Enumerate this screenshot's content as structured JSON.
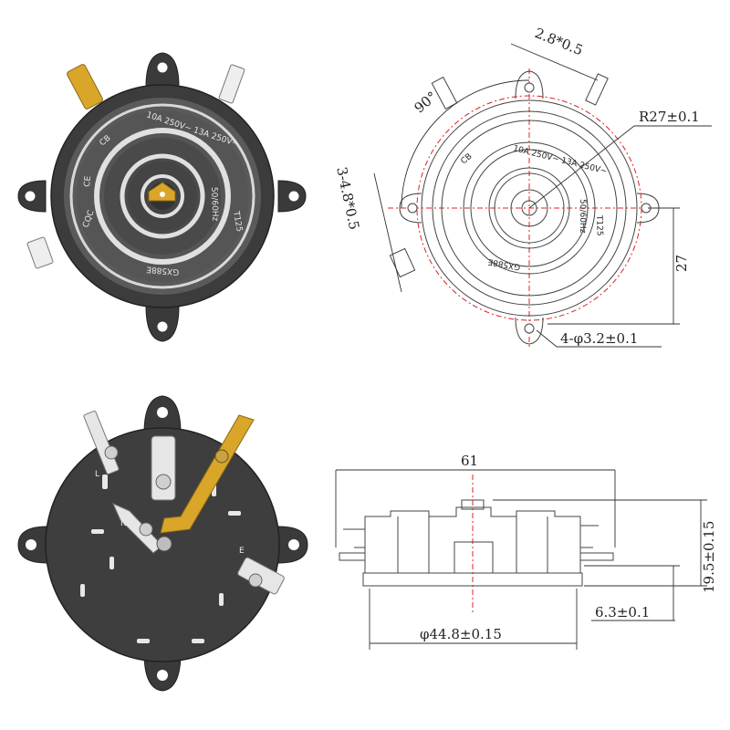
{
  "colors": {
    "housing": "#4a4a4a",
    "housing_dark": "#2e2e2e",
    "terminal_brass": "#d9a62a",
    "terminal_silver": "#e6e6e6",
    "centerline": "#e02020",
    "dimension": "#333333"
  },
  "top_view": {
    "marking_rating": "10A 250V~ 13A 250V~",
    "marking_model": "GX588E",
    "marking_cert": "CB",
    "marking_freq": "50/60Hz",
    "marking_t": "T125",
    "marking_ce": "CE",
    "marking_cqc": "CQC"
  },
  "drawing": {
    "dim_angle": "90°",
    "dim_terminal_top": "2.8*0.5",
    "dim_terminal_side": "3-4.8*0.5",
    "dim_radius": "R27±0.1",
    "dim_height_27": "27",
    "dim_holes": "4-φ3.2±0.1",
    "dim_width_61": "61",
    "dim_height_19_5": "19.5±0.15",
    "dim_base_6_3": "6.3±0.1",
    "dim_dia_44_8": "φ44.8±0.15"
  },
  "bottom_view": {
    "marking_l": "L",
    "marking_n": "N",
    "marking_e": "E"
  }
}
